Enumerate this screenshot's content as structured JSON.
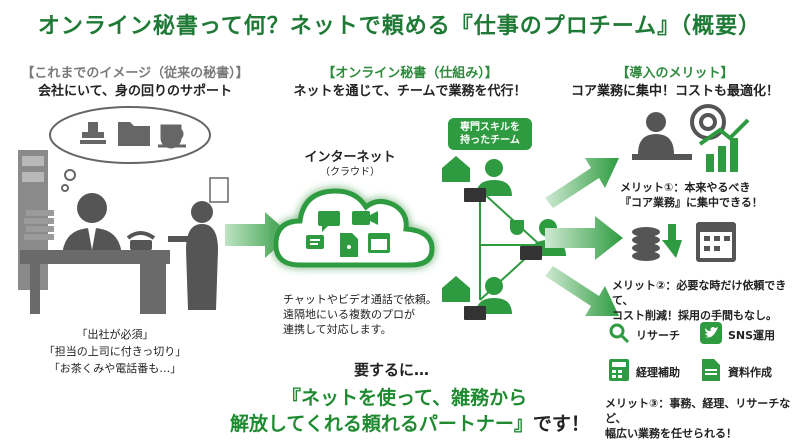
{
  "title": "オンライン秘書って何？ネットで頼める『仕事のプロチーム』（概要）",
  "left": {
    "head": "【これまでのイメージ（従来の秘書）】",
    "sub": "会社にいて、身の回りのサポート",
    "quotes": [
      "「出社が必須」",
      "「担当の上司に付きっ切り」",
      "「お茶くみや電話番も…」"
    ]
  },
  "middle": {
    "head": "【オンライン秘書（仕組み）】",
    "sub": "ネットを通じて、チームで業務を代行！",
    "cloud_title": "インターネット",
    "cloud_sub": "（クラウド）",
    "team_badge": [
      "専門スキルを",
      "持ったチーム"
    ],
    "desc": [
      "チャットやビデオ通話で依頼。",
      "遠隔地にいる複数のプロが",
      "連携して対応します。"
    ]
  },
  "right": {
    "head": "【導入のメリット】",
    "sub": "コア業務に集中！コストも最適化！",
    "merit1": [
      "メリット①：本来やるべき",
      "『コア業務』に集中できる！"
    ],
    "merit2": [
      "メリット②：必要な時だけ依頼できて、",
      "コスト削減！採用の手間もなし。"
    ],
    "tasks": [
      "リサーチ",
      "SNS運用",
      "経理補助",
      "資料作成"
    ],
    "merit3": [
      "メリット③：事務、経理、リサーチなど、",
      "幅広い業務を任せられる！"
    ]
  },
  "summary": {
    "lead": "要するに…",
    "line1": "『ネットを使って、雑務から",
    "line2": "解放してくれる頼れるパートナー』",
    "tail": "です！"
  },
  "colors": {
    "accent": "#2e9b40",
    "dark_accent": "#1f7a36",
    "gray": "#555555"
  }
}
